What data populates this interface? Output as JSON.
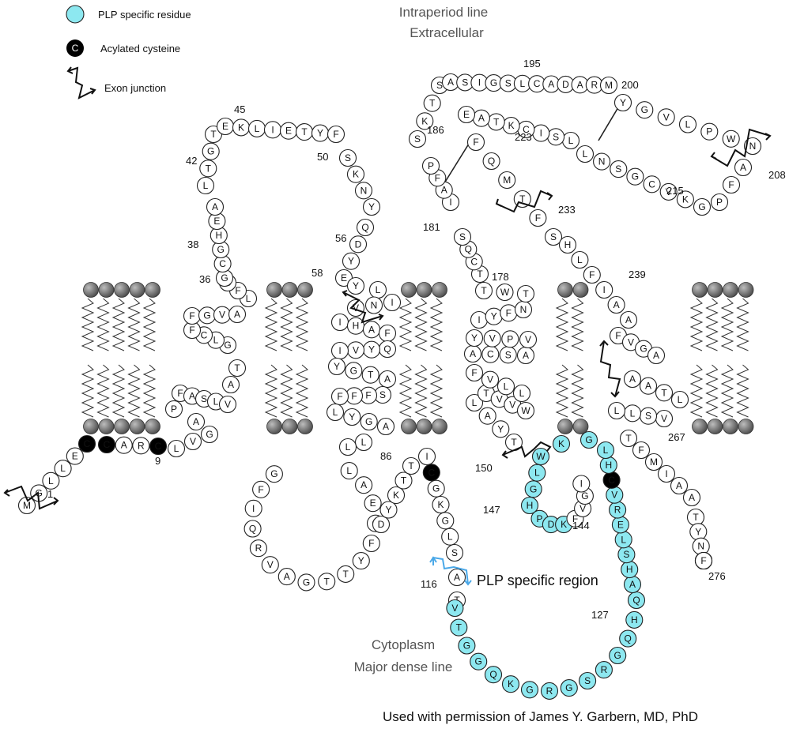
{
  "legend": {
    "plp_specific_residue": "PLP specific residue",
    "acylated_cysteine": "Acylated cysteine",
    "acylated_symbol": "C",
    "exon_junction": "Exon junction"
  },
  "labels": {
    "intraperiod_line": "Intraperiod line",
    "extracellular": "Extracellular",
    "cytoplasm": "Cytoplasm",
    "major_dense_line": "Major dense line",
    "plp_specific_region": "PLP specific region",
    "credit": "Used with permission of James Y. Garbern, MD, PhD"
  },
  "colors": {
    "plp_fill": "#8de8f0",
    "acyl_fill": "#000000",
    "plain_fill": "#ffffff",
    "lipid_head": "#666666",
    "plp_arrow": "#4aa8e8"
  },
  "residue_numbers": [
    "1",
    "9",
    "36",
    "38",
    "42",
    "45",
    "50",
    "56",
    "58",
    "86",
    "116",
    "127",
    "144",
    "147",
    "150",
    "178",
    "181",
    "186",
    "195",
    "200",
    "208",
    "215",
    "223",
    "233",
    "239",
    "267",
    "276"
  ],
  "residues": [
    [
      "M",
      0
    ],
    [
      "G",
      0
    ],
    [
      "L",
      0
    ],
    [
      "L",
      0
    ],
    [
      "E",
      0
    ],
    [
      "C",
      2
    ],
    [
      "C",
      2
    ],
    [
      "A",
      0
    ],
    [
      "R",
      0
    ],
    [
      "C",
      2
    ],
    [
      "L",
      0
    ],
    [
      "V",
      0
    ],
    [
      "G",
      0
    ],
    [
      "A",
      0
    ],
    [
      "P",
      0
    ],
    [
      "F",
      0
    ],
    [
      "A",
      0
    ],
    [
      "S",
      0
    ],
    [
      "L",
      0
    ],
    [
      "V",
      0
    ],
    [
      "A",
      0
    ],
    [
      "T",
      0
    ],
    [
      "G",
      0
    ],
    [
      "L",
      0
    ],
    [
      "C",
      0
    ],
    [
      "F",
      0
    ],
    [
      "F",
      0
    ],
    [
      "G",
      0
    ],
    [
      "V",
      0
    ],
    [
      "A",
      0
    ],
    [
      "L",
      0
    ],
    [
      "F",
      0
    ],
    [
      "C",
      0
    ],
    [
      "G",
      0
    ],
    [
      "C",
      0
    ],
    [
      "G",
      0
    ],
    [
      "H",
      0
    ],
    [
      "E",
      0
    ],
    [
      "A",
      0
    ],
    [
      "L",
      0
    ],
    [
      "T",
      0
    ],
    [
      "G",
      0
    ],
    [
      "T",
      0
    ],
    [
      "E",
      0
    ],
    [
      "K",
      0
    ],
    [
      "L",
      0
    ],
    [
      "I",
      0
    ],
    [
      "E",
      0
    ],
    [
      "T",
      0
    ],
    [
      "Y",
      0
    ],
    [
      "F",
      0
    ],
    [
      "S",
      0
    ],
    [
      "K",
      0
    ],
    [
      "N",
      0
    ],
    [
      "Y",
      0
    ],
    [
      "Q",
      0
    ],
    [
      "D",
      0
    ],
    [
      "Y",
      0
    ],
    [
      "E",
      0
    ],
    [
      "Y",
      0
    ],
    [
      "L",
      0
    ],
    [
      "I",
      0
    ],
    [
      "N",
      0
    ],
    [
      "V",
      0
    ],
    [
      "I",
      0
    ],
    [
      "H",
      0
    ],
    [
      "A",
      0
    ],
    [
      "F",
      0
    ],
    [
      "Q",
      0
    ],
    [
      "Y",
      0
    ],
    [
      "V",
      0
    ],
    [
      "I",
      0
    ],
    [
      "Y",
      0
    ],
    [
      "G",
      0
    ],
    [
      "T",
      0
    ],
    [
      "A",
      0
    ],
    [
      "S",
      0
    ],
    [
      "F",
      0
    ],
    [
      "F",
      0
    ],
    [
      "F",
      0
    ],
    [
      "L",
      0
    ],
    [
      "Y",
      0
    ],
    [
      "G",
      0
    ],
    [
      "A",
      0
    ],
    [
      "L",
      0
    ],
    [
      "L",
      0
    ],
    [
      "L",
      0
    ],
    [
      "A",
      0
    ],
    [
      "E",
      0
    ],
    [
      "G",
      0
    ],
    [
      "F",
      0
    ],
    [
      "Y",
      0
    ],
    [
      "T",
      0
    ],
    [
      "T",
      0
    ],
    [
      "G",
      0
    ],
    [
      "A",
      0
    ],
    [
      "V",
      0
    ],
    [
      "R",
      0
    ],
    [
      "Q",
      0
    ],
    [
      "I",
      0
    ],
    [
      "F",
      0
    ],
    [
      "G",
      0
    ],
    [
      "D",
      0
    ],
    [
      "Y",
      0
    ],
    [
      "K",
      0
    ],
    [
      "T",
      0
    ],
    [
      "T",
      0
    ],
    [
      "I",
      0
    ],
    [
      "C",
      2
    ],
    [
      "G",
      0
    ],
    [
      "K",
      0
    ],
    [
      "G",
      0
    ],
    [
      "L",
      0
    ],
    [
      "S",
      0
    ],
    [
      "A",
      0
    ],
    [
      "T",
      0
    ],
    [
      "V",
      1
    ],
    [
      "T",
      1
    ],
    [
      "G",
      1
    ],
    [
      "G",
      1
    ],
    [
      "Q",
      1
    ],
    [
      "K",
      1
    ],
    [
      "G",
      1
    ],
    [
      "R",
      1
    ],
    [
      "G",
      1
    ],
    [
      "S",
      1
    ],
    [
      "R",
      1
    ],
    [
      "G",
      1
    ],
    [
      "Q",
      1
    ],
    [
      "H",
      1
    ],
    [
      "Q",
      1
    ],
    [
      "A",
      1
    ],
    [
      "H",
      1
    ],
    [
      "S",
      1
    ],
    [
      "L",
      1
    ],
    [
      "E",
      1
    ],
    [
      "R",
      1
    ],
    [
      "V",
      1
    ],
    [
      "C",
      2
    ],
    [
      "H",
      1
    ],
    [
      "L",
      1
    ],
    [
      "G",
      1
    ],
    [
      "K",
      1
    ],
    [
      "W",
      1
    ],
    [
      "L",
      1
    ],
    [
      "G",
      1
    ],
    [
      "H",
      1
    ],
    [
      "P",
      1
    ],
    [
      "D",
      1
    ],
    [
      "K",
      1
    ],
    [
      "F",
      0
    ],
    [
      "V",
      0
    ],
    [
      "G",
      0
    ],
    [
      "I",
      0
    ],
    [
      "T",
      0
    ],
    [
      "Y",
      0
    ],
    [
      "A",
      0
    ],
    [
      "L",
      0
    ],
    [
      "T",
      0
    ],
    [
      "V",
      0
    ],
    [
      "V",
      0
    ],
    [
      "W",
      0
    ],
    [
      "L",
      0
    ],
    [
      "L",
      0
    ],
    [
      "V",
      0
    ],
    [
      "F",
      0
    ],
    [
      "A",
      0
    ],
    [
      "C",
      0
    ],
    [
      "S",
      0
    ],
    [
      "A",
      0
    ],
    [
      "V",
      0
    ],
    [
      "P",
      0
    ],
    [
      "V",
      0
    ],
    [
      "Y",
      0
    ],
    [
      "I",
      0
    ],
    [
      "Y",
      0
    ],
    [
      "F",
      0
    ],
    [
      "N",
      0
    ],
    [
      "T",
      0
    ],
    [
      "W",
      0
    ],
    [
      "T",
      0
    ],
    [
      "T",
      0
    ],
    [
      "C",
      0
    ],
    [
      "Q",
      0
    ],
    [
      "S",
      0
    ],
    [
      "I",
      0
    ],
    [
      "A",
      0
    ],
    [
      "F",
      0
    ],
    [
      "P",
      0
    ],
    [
      "S",
      0
    ],
    [
      "K",
      0
    ],
    [
      "T",
      0
    ],
    [
      "S",
      0
    ],
    [
      "A",
      0
    ],
    [
      "S",
      0
    ],
    [
      "I",
      0
    ],
    [
      "G",
      0
    ],
    [
      "S",
      0
    ],
    [
      "L",
      0
    ],
    [
      "C",
      0
    ],
    [
      "A",
      0
    ],
    [
      "D",
      0
    ],
    [
      "A",
      0
    ],
    [
      "R",
      0
    ],
    [
      "M",
      0
    ],
    [
      "Y",
      0
    ],
    [
      "G",
      0
    ],
    [
      "V",
      0
    ],
    [
      "L",
      0
    ],
    [
      "P",
      0
    ],
    [
      "W",
      0
    ],
    [
      "N",
      0
    ],
    [
      "A",
      0
    ],
    [
      "F",
      0
    ],
    [
      "P",
      0
    ],
    [
      "G",
      0
    ],
    [
      "K",
      0
    ],
    [
      "V",
      0
    ],
    [
      "C",
      0
    ],
    [
      "G",
      0
    ],
    [
      "S",
      0
    ],
    [
      "N",
      0
    ],
    [
      "L",
      0
    ],
    [
      "L",
      0
    ],
    [
      "S",
      0
    ],
    [
      "I",
      0
    ],
    [
      "C",
      0
    ],
    [
      "K",
      0
    ],
    [
      "T",
      0
    ],
    [
      "A",
      0
    ],
    [
      "E",
      0
    ],
    [
      "F",
      0
    ],
    [
      "Q",
      0
    ],
    [
      "M",
      0
    ],
    [
      "T",
      0
    ],
    [
      "F",
      0
    ],
    [
      "S",
      0
    ],
    [
      "H",
      0
    ],
    [
      "L",
      0
    ],
    [
      "F",
      0
    ],
    [
      "I",
      0
    ],
    [
      "A",
      0
    ],
    [
      "A",
      0
    ],
    [
      "F",
      0
    ],
    [
      "V",
      0
    ],
    [
      "G",
      0
    ],
    [
      "A",
      0
    ],
    [
      "A",
      0
    ],
    [
      "A",
      0
    ],
    [
      "T",
      0
    ],
    [
      "L",
      0
    ],
    [
      "V",
      0
    ],
    [
      "S",
      0
    ],
    [
      "L",
      0
    ],
    [
      "L",
      0
    ],
    [
      "T",
      0
    ],
    [
      "F",
      0
    ],
    [
      "M",
      0
    ],
    [
      "I",
      0
    ],
    [
      "A",
      0
    ],
    [
      "A",
      0
    ],
    [
      "T",
      0
    ],
    [
      "Y",
      0
    ],
    [
      "N",
      0
    ],
    [
      "F",
      0
    ],
    [
      "A",
      0
    ],
    [
      "V",
      0
    ],
    [
      "L",
      0
    ],
    [
      "K",
      0
    ],
    [
      "L",
      0
    ],
    [
      "M",
      0
    ],
    [
      "G",
      0
    ],
    [
      "R",
      0
    ],
    [
      "G",
      0
    ],
    [
      "T",
      0
    ],
    [
      "K",
      0
    ],
    [
      "F",
      0
    ]
  ]
}
